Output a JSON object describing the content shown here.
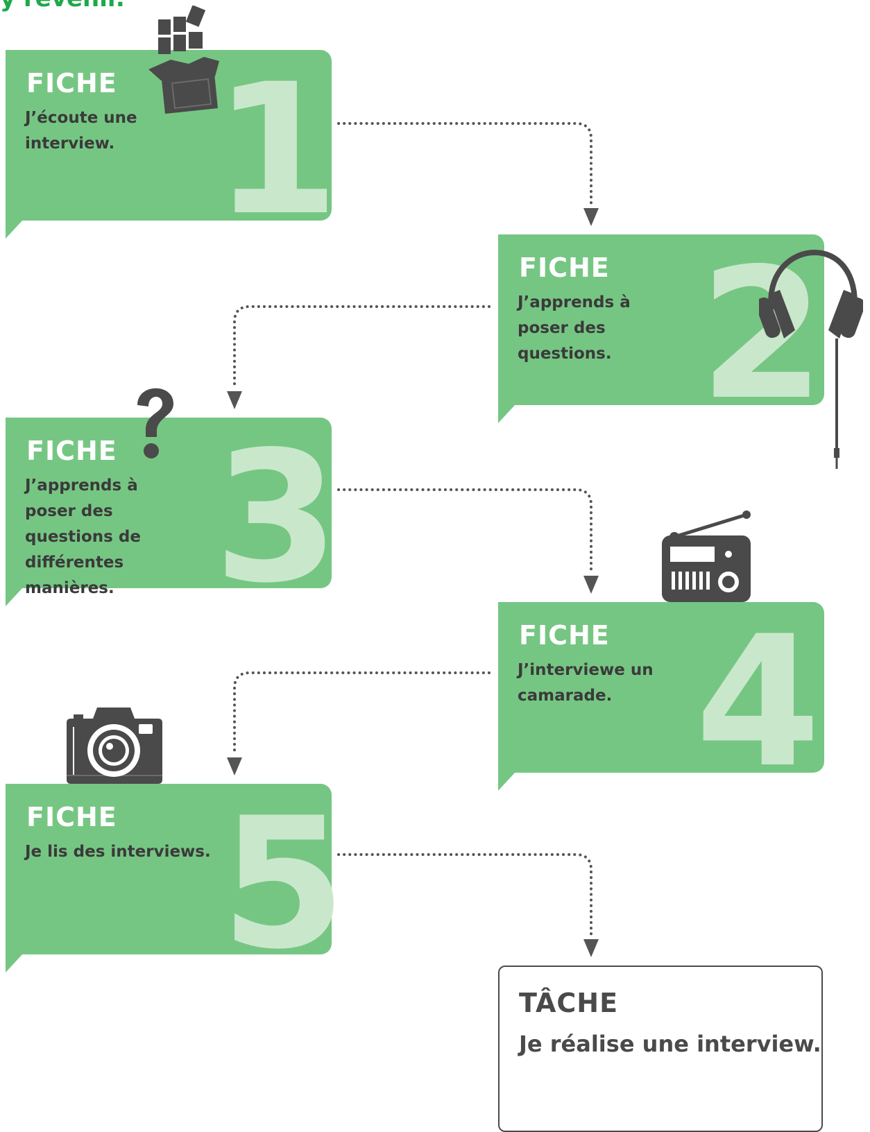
{
  "heading": "y revenir.",
  "steps": [
    {
      "label": "FICHE",
      "number": "1",
      "text": "J’écoute une interview.",
      "icon": "chocolate-bar-icon"
    },
    {
      "label": "FICHE",
      "number": "2",
      "text": "J’apprends à poser des questions.",
      "icon": "headphones-icon"
    },
    {
      "label": "FICHE",
      "number": "3",
      "text": "J’apprends à poser des questions de différentes manières.",
      "icon": "question-mark-icon"
    },
    {
      "label": "FICHE",
      "number": "4",
      "text": "J’interviewe un camarade.",
      "icon": "radio-icon"
    },
    {
      "label": "FICHE",
      "number": "5",
      "text": "Je lis des interviews.",
      "icon": "camera-icon"
    }
  ],
  "task": {
    "label": "TÂCHE",
    "text": "Je réalise une interview."
  },
  "colors": {
    "bubble": "#76c683",
    "number": "#c9e8cb",
    "icon": "#4a4a4a",
    "heading": "#1fa84a"
  }
}
